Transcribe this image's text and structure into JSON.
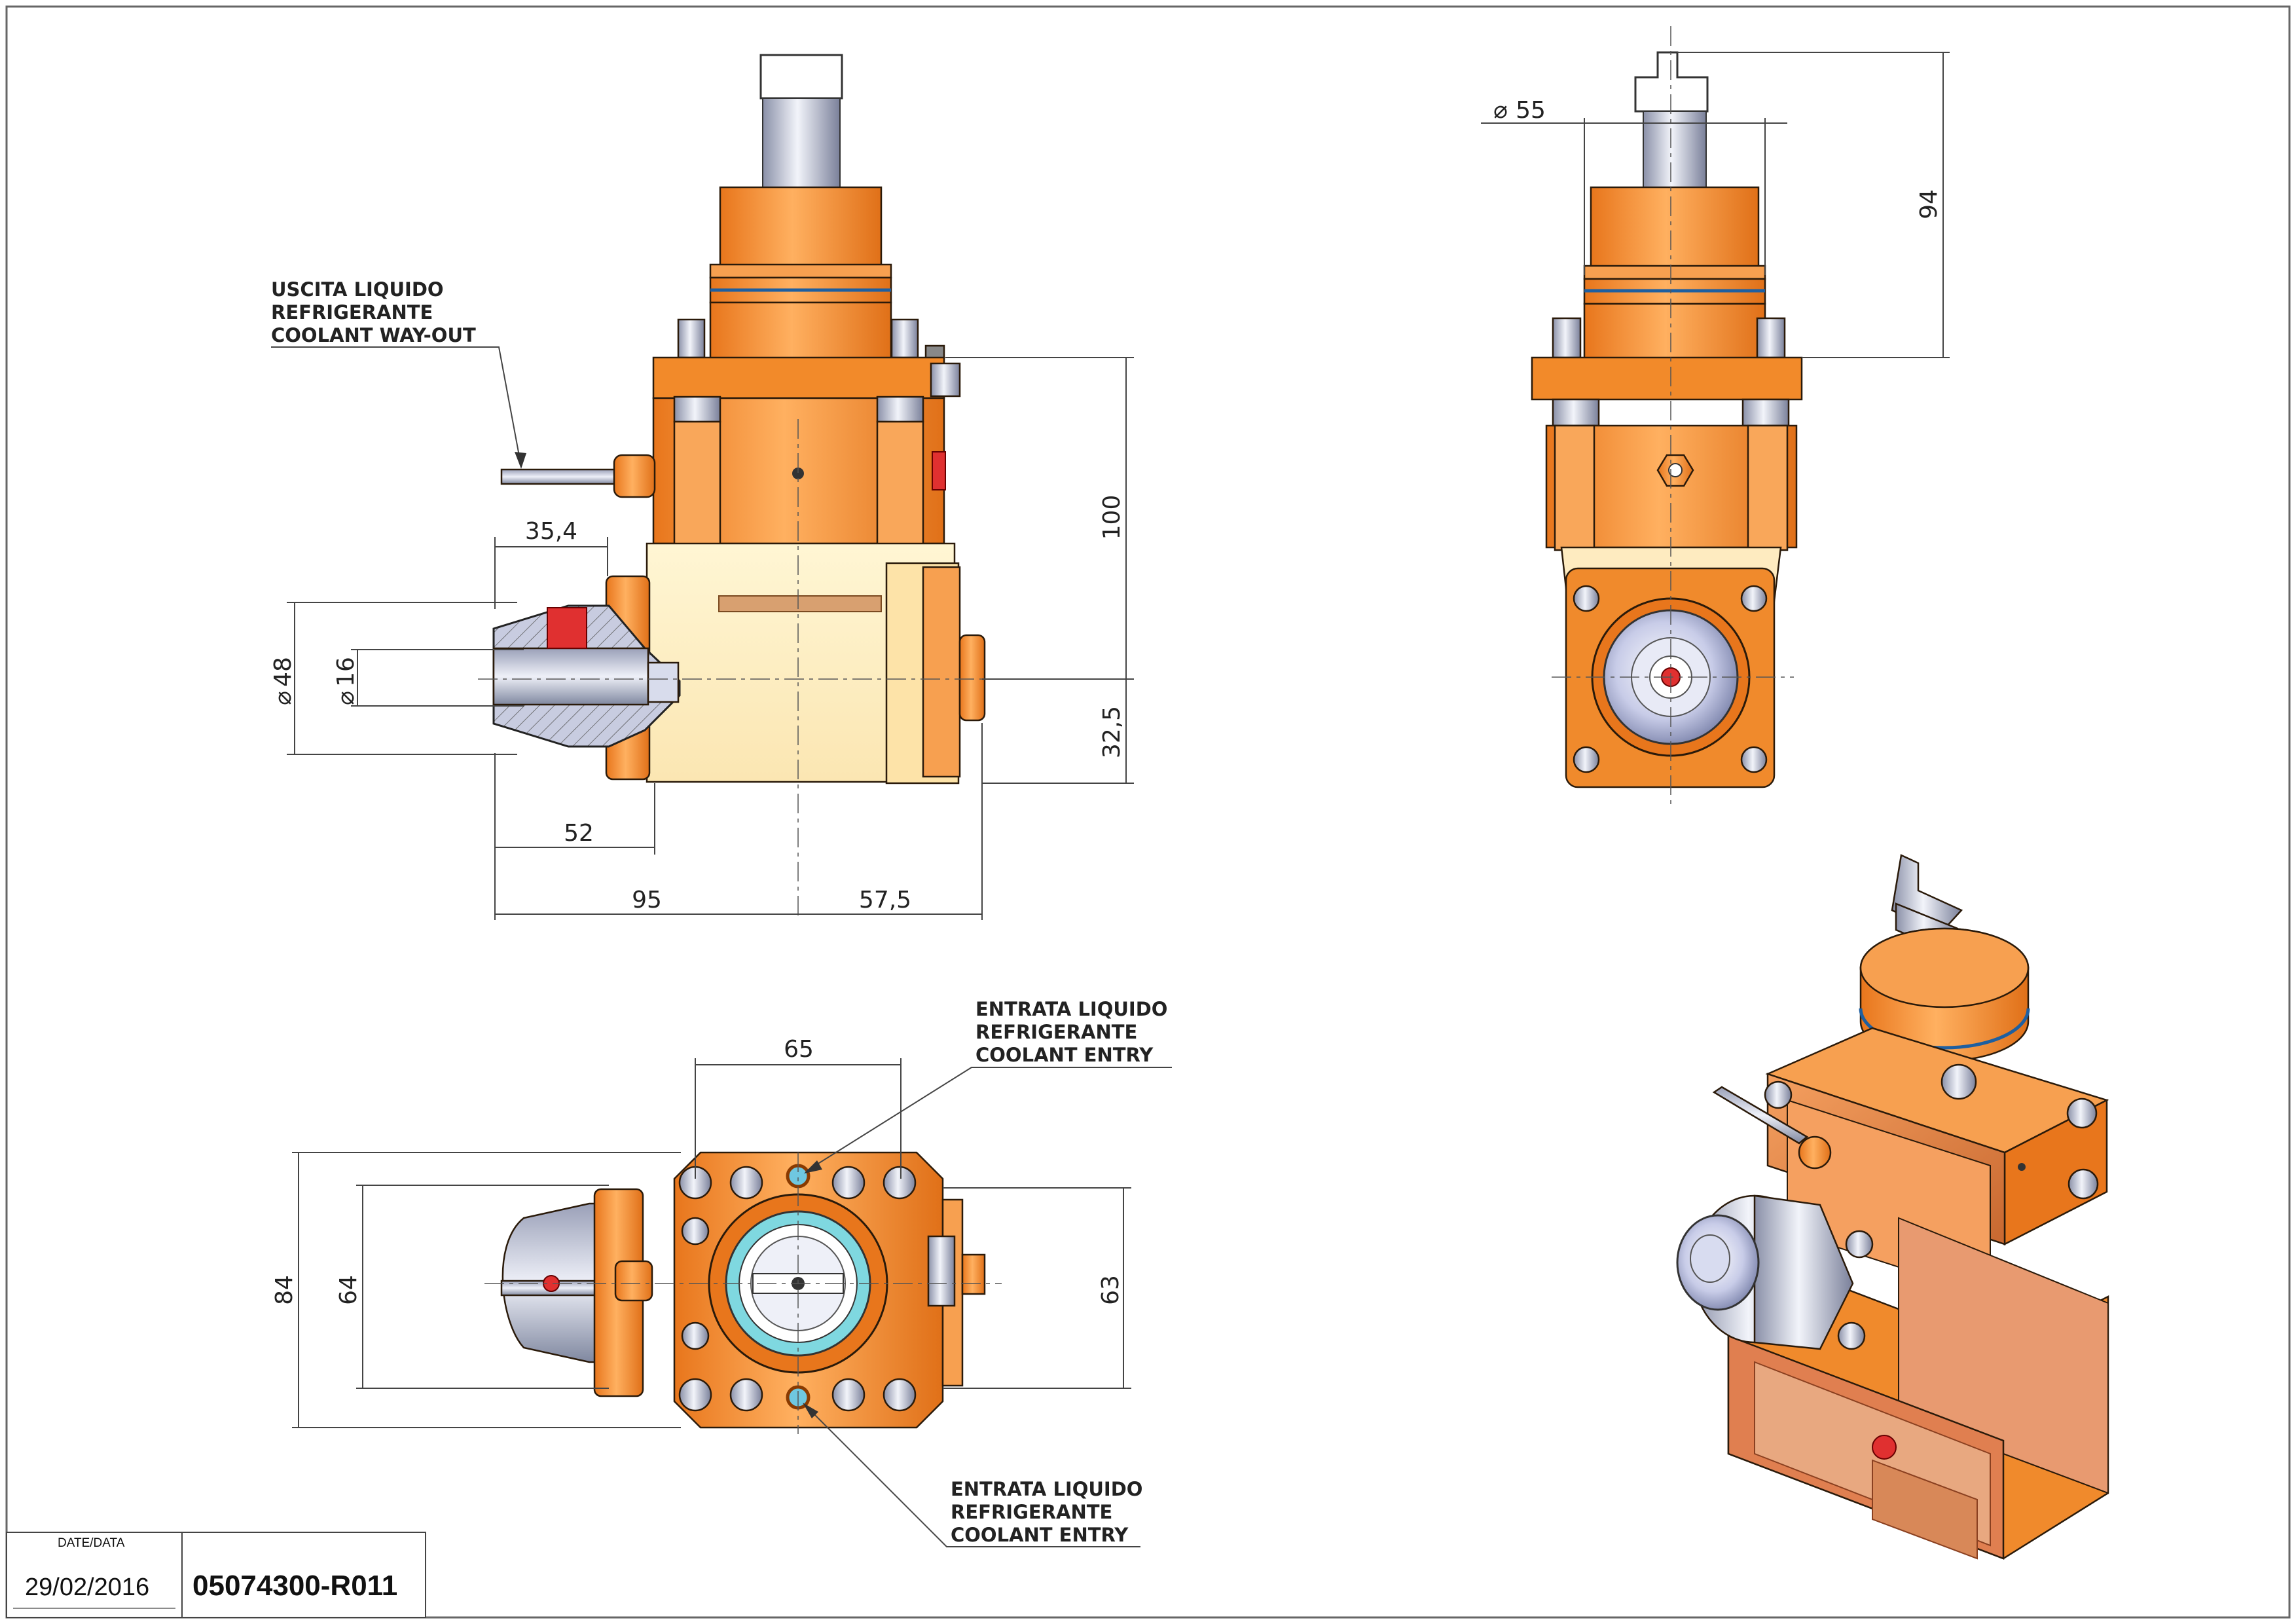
{
  "dimensions": {
    "front_35_4": "35,4",
    "front_dia48": "48",
    "front_dia16": "16",
    "front_52": "52",
    "front_95": "95",
    "front_57_5": "57,5",
    "front_100": "100",
    "front_32_5": "32,5",
    "side_dia55": "55",
    "side_94": "94",
    "bottom_65": "65",
    "bottom_84": "84",
    "bottom_64": "64",
    "bottom_63": "63"
  },
  "notes": {
    "coolant_out": [
      "USCITA LIQUIDO",
      "REFRIGERANTE",
      "COOLANT WAY-OUT"
    ],
    "coolant_entry_top": [
      "ENTRATA LIQUIDO",
      "REFRIGERANTE",
      "COOLANT ENTRY"
    ],
    "coolant_entry_bottom": [
      "ENTRATA LIQUIDO",
      "REFRIGERANTE",
      "COOLANT ENTRY"
    ]
  },
  "title_block": {
    "date_label": "DATE/DATA",
    "date": "29/02/2016",
    "code": "05074300-R011"
  },
  "colors": {
    "orange": "#F08A2C",
    "orange_light": "#FBB868",
    "cream": "#FDF2CC",
    "steel": "#C8CCE0",
    "red": "#E03030",
    "cyan": "#7FD8E0"
  }
}
